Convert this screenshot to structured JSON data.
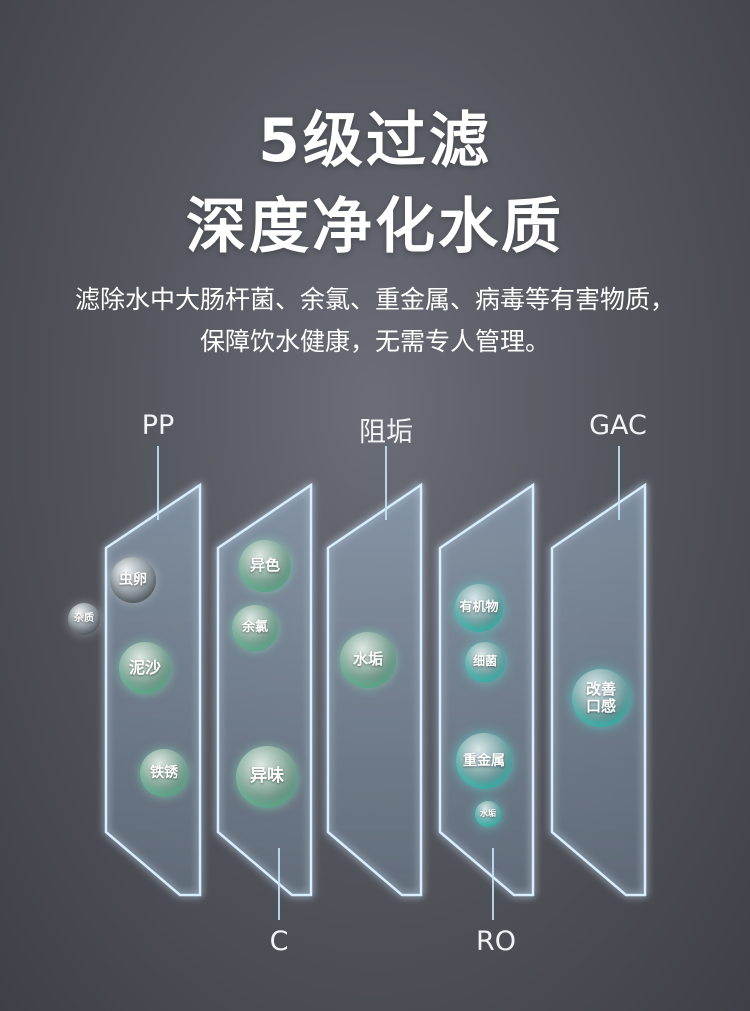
{
  "heading": {
    "line1": "5级过滤",
    "line2": "深度净化水质"
  },
  "description": {
    "line1": "滤除水中大肠杆菌、余氯、重金属、病毒等有害物质，",
    "line2": "保障饮水健康，无需专人管理。"
  },
  "filters": {
    "pp": "PP",
    "c": "C",
    "scale": "阻垢",
    "ro": "RO",
    "gac": "GAC"
  },
  "particles": {
    "zazhi": "杂质",
    "chongluan": "虫卵",
    "nisha": "泥沙",
    "tiexiu": "铁锈",
    "yise": "异色",
    "yulv": "余氯",
    "yiwei": "异味",
    "shuigou1": "水垢",
    "youjiwu": "有机物",
    "xijun": "细菌",
    "zhongjinshu": "重金属",
    "shuigou2": "水垢",
    "gaishan1": "改善",
    "gaishan2": "口感"
  },
  "colors": {
    "glow": "#bfe3ff",
    "accent_teal": "#3fd6c6"
  }
}
